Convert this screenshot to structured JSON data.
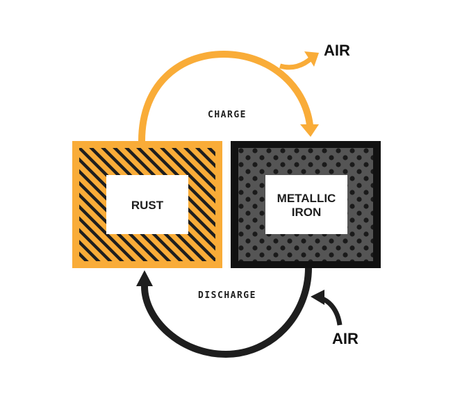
{
  "diagram": {
    "charge_label": "CHARGE",
    "discharge_label": "DISCHARGE",
    "air_top": "AIR",
    "air_bottom": "AIR",
    "rust": {
      "label_line1": "RUST",
      "color": "#f9ac38"
    },
    "iron": {
      "label_line1": "METALLIC",
      "label_line2": "IRON",
      "color": "#111111",
      "fill": "#555555"
    }
  }
}
